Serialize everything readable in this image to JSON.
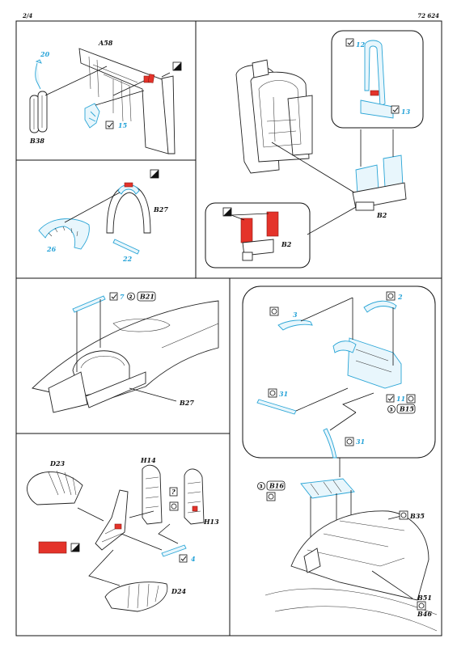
{
  "header": {
    "page": "2/4",
    "code": "72 624"
  },
  "panel1": {
    "part_top": "A58",
    "part_bottom": "B38",
    "pe_a": "20",
    "pe_b": "15"
  },
  "panel2": {
    "part_right": "B27",
    "pe_left": "26",
    "pe_bottom": "22"
  },
  "panel3": {
    "pe_top": "12",
    "pe_side": "13",
    "part_cockpit": "B2",
    "inset_label": "B2"
  },
  "panel4": {
    "pe_num": "7",
    "ref_box": "B21",
    "part": "B27"
  },
  "panel5": {
    "pe_a": "3",
    "pe_b": "2",
    "pe_c": "31",
    "pe_d": "11",
    "pe_e": "31",
    "ref_box": "B15",
    "ref_box2": "B16",
    "part_a": "B35",
    "part_b": "B51",
    "part_c": "B46"
  },
  "panel6": {
    "part_a": "D23",
    "part_b": "H14",
    "part_c": "H13",
    "part_d": "D24",
    "pe": "4",
    "question": "?"
  },
  "colors": {
    "pe_blue": "#27a3d8",
    "paint_red": "#e4332a"
  }
}
